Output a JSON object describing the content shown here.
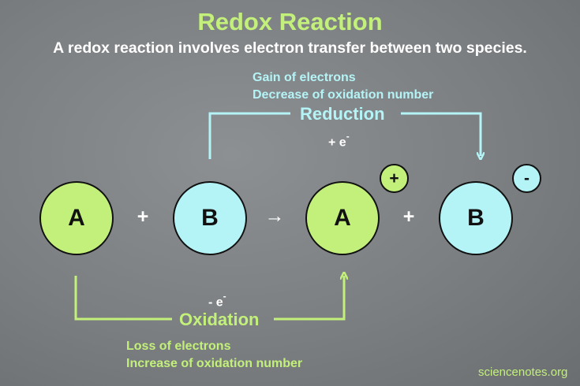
{
  "title": "Redox Reaction",
  "subtitle": "A redox reaction involves electron transfer between two species.",
  "reduction": {
    "label": "Reduction",
    "line1": "Gain of electrons",
    "line2": "Decrease of oxidation number",
    "electron_base": "+ e",
    "electron_sup": "-"
  },
  "oxidation": {
    "label": "Oxidation",
    "line1": "Loss of electrons",
    "line2": "Increase of oxidation number",
    "electron_base": "- e",
    "electron_sup": "-"
  },
  "species": [
    {
      "label": "A"
    },
    {
      "label": "B"
    },
    {
      "label": "A",
      "charge": "+"
    },
    {
      "label": "B",
      "charge": "-"
    }
  ],
  "operators": {
    "plus1": "+",
    "arrow": "→",
    "plus2": "+"
  },
  "credit": "sciencenotes.org",
  "colors": {
    "green": "#c3f07a",
    "cyan": "#b4f3f6",
    "background": "#7b7f81"
  }
}
